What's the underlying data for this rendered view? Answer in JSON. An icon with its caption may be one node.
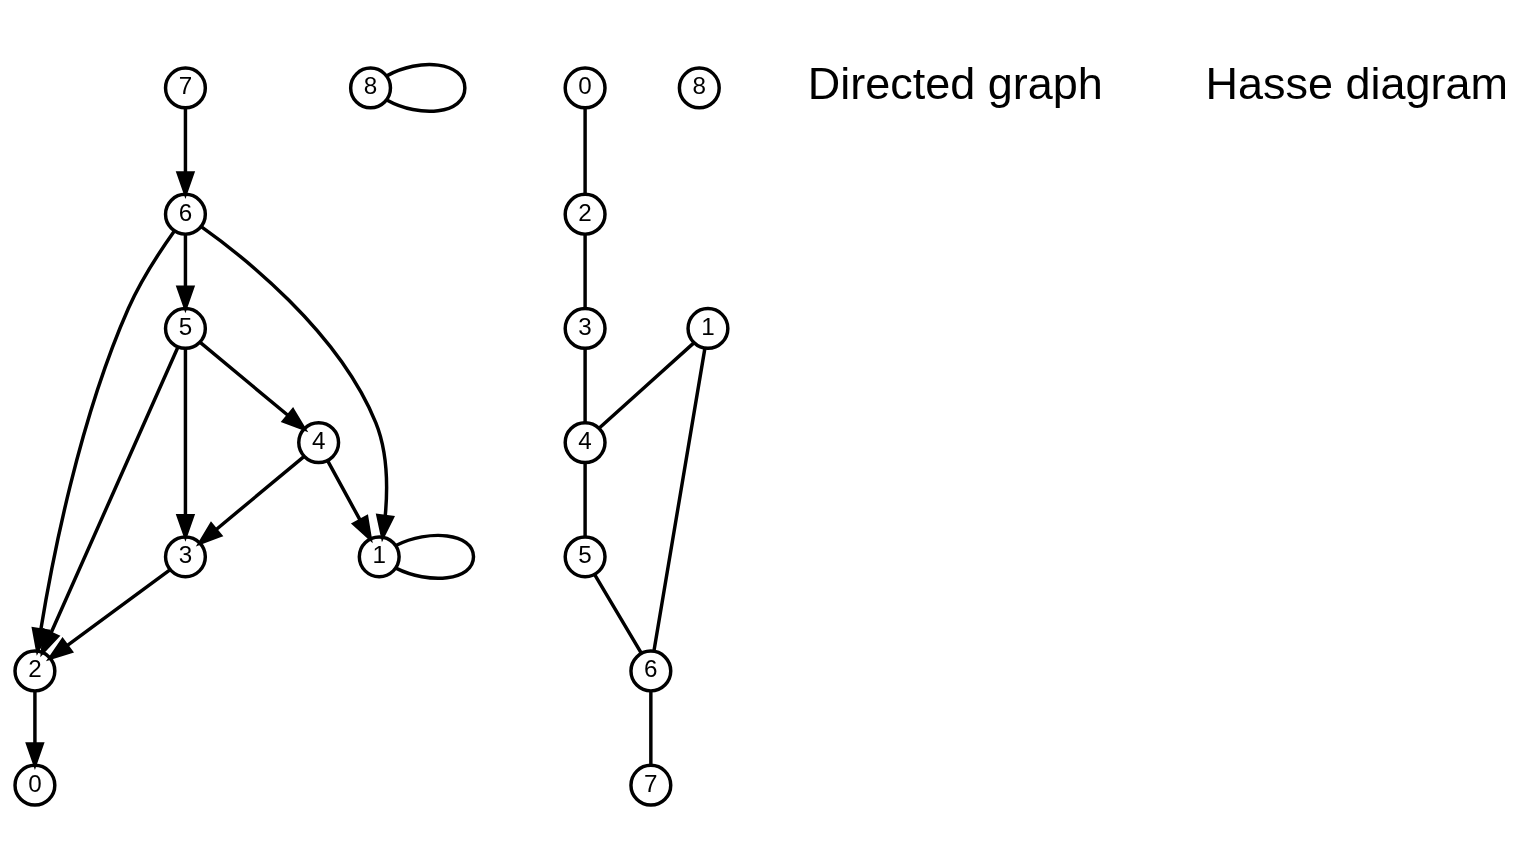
{
  "diagram": {
    "nodes": [
      {
        "text": [
          "0"
        ]
      },
      {
        "text": [
          "1"
        ]
      },
      {
        "text": [
          "2"
        ]
      },
      {
        "text": [
          "3"
        ]
      },
      {
        "text": [
          "4"
        ]
      },
      {
        "text": [
          "5"
        ]
      },
      {
        "text": [
          "6"
        ]
      },
      {
        "text": [
          "7"
        ]
      },
      {
        "text": [
          "8"
        ]
      },
      {
        "text": [
          "0"
        ]
      },
      {
        "text": [
          "1"
        ]
      },
      {
        "text": [
          "2"
        ]
      },
      {
        "text": [
          "3"
        ]
      },
      {
        "text": [
          "4"
        ]
      },
      {
        "text": [
          "5"
        ]
      },
      {
        "text": [
          "6"
        ]
      },
      {
        "text": [
          "7"
        ]
      },
      {
        "text": [
          "8"
        ]
      }
    ],
    "edges": [
      {
        "from": 2,
        "to": 0,
        "arrow": "to"
      },
      {
        "from": 3,
        "to": 2,
        "arrow": "to"
      },
      {
        "from": 4,
        "to": 3,
        "arrow": "to"
      },
      {
        "from": 4,
        "to": 1,
        "arrow": "to"
      },
      {
        "from": 5,
        "to": 4,
        "arrow": "to"
      },
      {
        "from": 5,
        "to": 3,
        "arrow": "to"
      },
      {
        "from": 5,
        "to": 2,
        "arrow": "to"
      },
      {
        "from": 6,
        "to": 2,
        "arrow": "to"
      },
      {
        "from": 6,
        "to": 1,
        "arrow": "to"
      },
      {
        "from": 6,
        "to": 5,
        "arrow": "to"
      },
      {
        "from": 7,
        "to": 6,
        "arrow": "to"
      },
      {
        "from": 1,
        "to": 1,
        "arrow": "none"
      },
      {
        "from": 8,
        "to": 8,
        "arrow": "none"
      },
      {
        "from": 9,
        "to": 11,
        "arrow": "none"
      },
      {
        "from": 11,
        "to": 12,
        "arrow": "none"
      },
      {
        "from": 12,
        "to": 13,
        "arrow": "none"
      },
      {
        "from": 10,
        "to": 13,
        "arrow": "none"
      },
      {
        "from": 13,
        "to": 14,
        "arrow": "none"
      },
      {
        "from": 14,
        "to": 15,
        "arrow": "none"
      },
      {
        "from": 10,
        "to": 15,
        "arrow": "none"
      },
      {
        "from": 15,
        "to": 16,
        "arrow": "none"
      }
    ],
    "labels": [
      "Directed graph",
      "Hasse diagram"
    ]
  }
}
